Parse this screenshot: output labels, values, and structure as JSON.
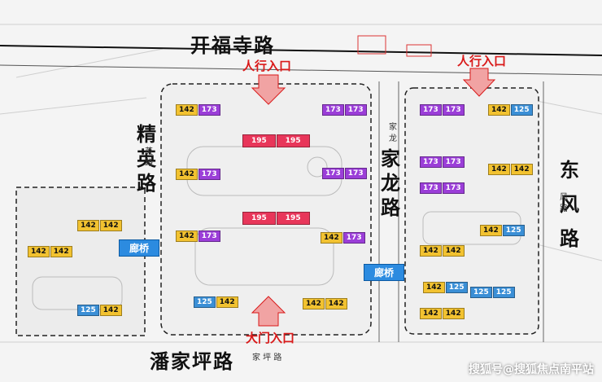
{
  "roads": {
    "north": "开福寺路",
    "south": "潘家坪路",
    "south_sub": "家 坪 路",
    "west": "精英路",
    "west_sub": "英 路",
    "middle": "家龙路",
    "middle_sub": "家 龙",
    "east": "东风路",
    "east_sub": "风 路"
  },
  "entrances": {
    "north_left": "人行入口",
    "north_right": "人行入口",
    "south_main": "大门入口"
  },
  "bridges": {
    "west": "廊桥",
    "east": "廊桥"
  },
  "watermark": "搜狐号@搜狐焦点南平站",
  "units": {
    "wa1": "142",
    "wa2": "142",
    "wb1": "142",
    "wb2": "142",
    "wc1": "125",
    "wc2": "142",
    "ma1": "142",
    "ma2": "173",
    "mb1": "195",
    "mb2": "195",
    "mc1": "142",
    "mc2": "173",
    "md1": "142",
    "md2": "173",
    "me1": "195",
    "me2": "195",
    "mf1": "125",
    "mf2": "142",
    "mg1": "173",
    "mg2": "173",
    "mh1": "173",
    "mh2": "173",
    "mi1": "142",
    "mi2": "173",
    "mj1": "142",
    "mj2": "142",
    "ea1": "173",
    "ea2": "173",
    "eb1": "142",
    "eb2": "125",
    "ec1": "173",
    "ec2": "173",
    "ed1": "142",
    "ed2": "142",
    "ee1": "173",
    "ee2": "173",
    "ef1": "142",
    "ef2": "125",
    "eg1": "142",
    "eg2": "142",
    "eh1": "125",
    "eh2": "125",
    "ei1": "142",
    "ei2": "142",
    "ej1": "142",
    "ej2": "125"
  },
  "colors": {
    "unit_142": "#f2c230",
    "unit_173": "#9b3ed8",
    "unit_125": "#3b8fd6",
    "unit_195": "#e8365a",
    "entrance": "#d91a1a",
    "bridge": "#2c8be0"
  }
}
